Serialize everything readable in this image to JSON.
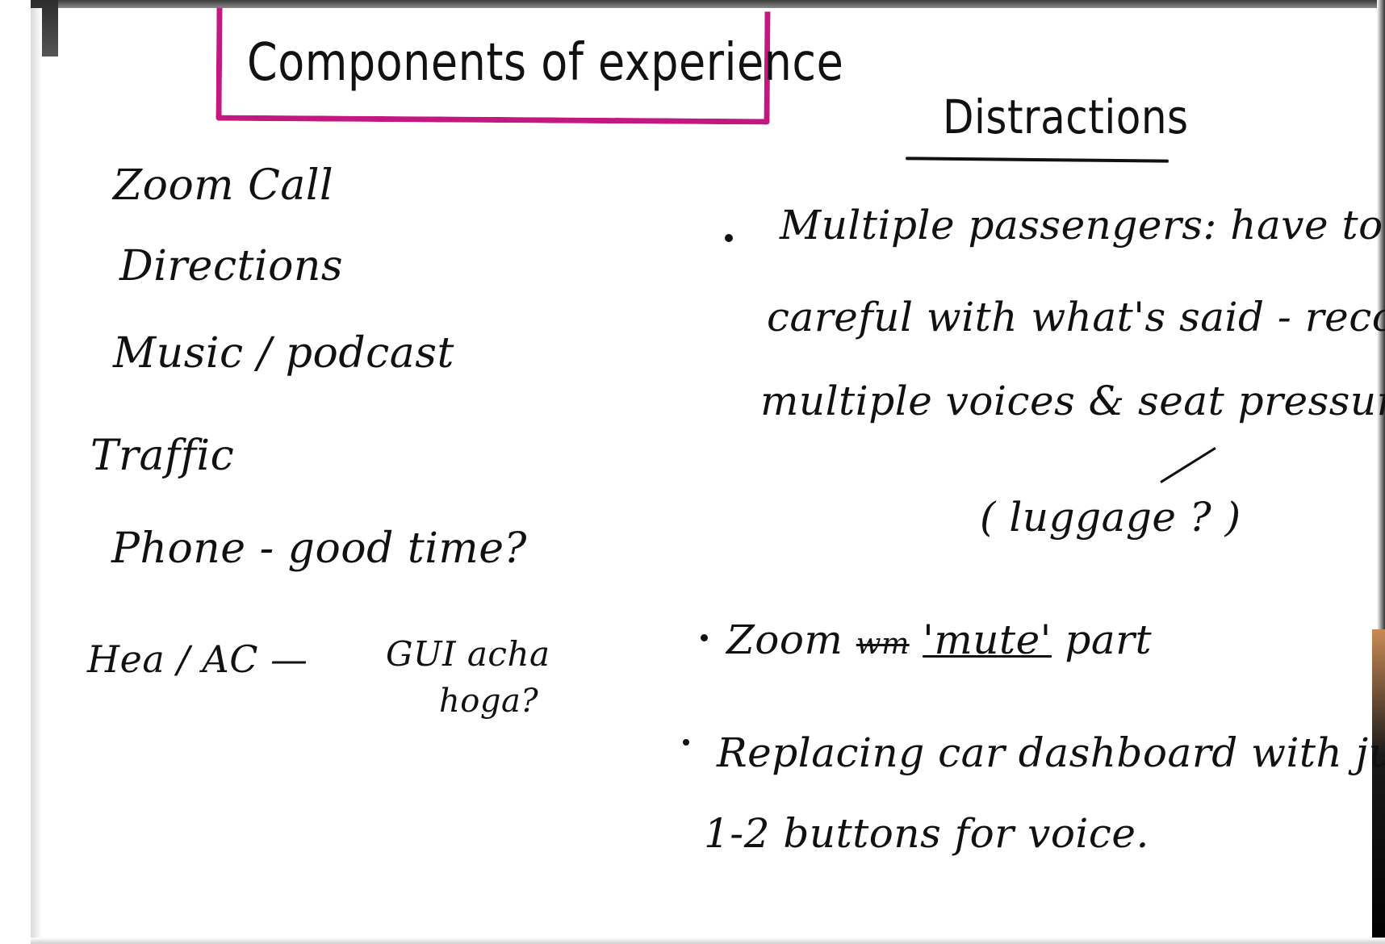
{
  "title": "Components of experience",
  "left_list": [
    "Zoom Call",
    "Directions",
    "Music / podcast",
    "Traffic",
    "Phone - good time?",
    "Hea / AC —"
  ],
  "left_note": {
    "line1": "GUI acha",
    "line2": "hoga?"
  },
  "distractions": {
    "heading": "Distractions",
    "item1": {
      "line1": "Multiple passengers: have to b",
      "line2": "careful with what's said - recog",
      "line3": "multiple voices & seat pressure",
      "aside": "( luggage ? )"
    },
    "item2": {
      "prefix": "Zoom",
      "struck": "wm",
      "underlined": "'mute'",
      "suffix": "part"
    },
    "item3": {
      "line1": "Replacing car dashboard with just",
      "line2": "1-2 buttons for voice."
    }
  },
  "colors": {
    "title_box": "#c2187f",
    "ink": "#111111",
    "paper": "#ffffff"
  }
}
